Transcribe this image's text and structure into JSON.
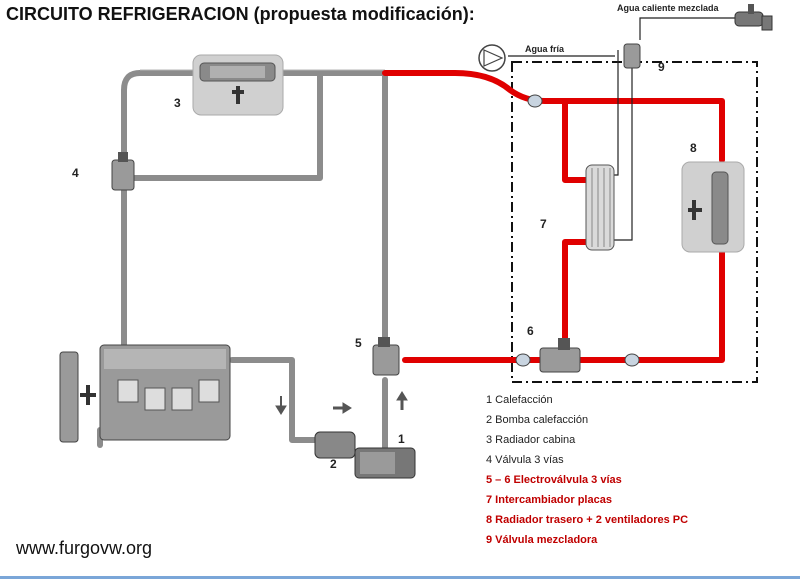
{
  "title": "CIRCUITO REFRIGERACION (propuesta modificación):",
  "labels": {
    "hot_water": "Agua caliente mezclada",
    "cold_water": "Agua fría"
  },
  "numbers": {
    "n1": "1",
    "n2": "2",
    "n3": "3",
    "n4": "4",
    "n5": "5",
    "n6": "6",
    "n7": "7",
    "n8": "8",
    "n9": "9"
  },
  "legend": [
    {
      "text": "1 Calefacción",
      "highlight": false
    },
    {
      "text": "2 Bomba calefacción",
      "highlight": false
    },
    {
      "text": "3 Radiador cabina",
      "highlight": false
    },
    {
      "text": "4 Válvula 3 vías",
      "highlight": false
    },
    {
      "text": "5 – 6 Electroválvula 3 vías",
      "highlight": true
    },
    {
      "text": "7 Intercambiador placas",
      "highlight": true
    },
    {
      "text": "8 Radiador trasero + 2 ventiladores PC",
      "highlight": true
    },
    {
      "text": "9 Válvula mezcladora",
      "highlight": true
    }
  ],
  "footer": "www.furgovw.org",
  "colors": {
    "pipe_grey": "#8c8c8c",
    "pipe_red": "#e00000",
    "box_grey": "#d0d0d0",
    "legend_red": "#c00000"
  }
}
